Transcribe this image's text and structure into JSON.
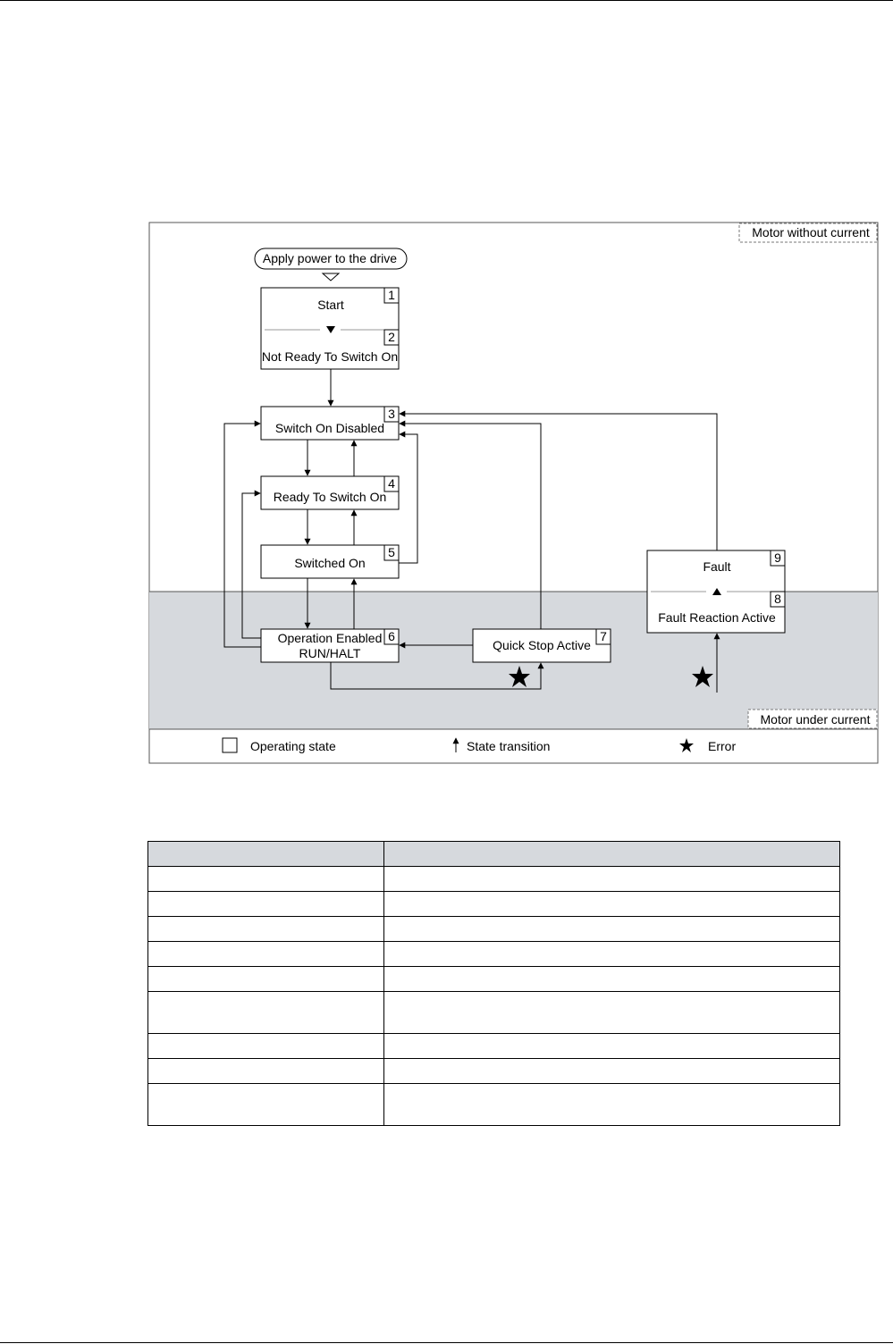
{
  "diagram": {
    "zone_upper_label": "Motor without current",
    "zone_lower_label": "Motor under current",
    "power_on_label": "Apply power to the drive",
    "states": [
      {
        "id": "start",
        "number": "1",
        "lines": [
          "Start"
        ]
      },
      {
        "id": "not-ready",
        "number": "2",
        "lines": [
          "Not Ready To Switch On"
        ]
      },
      {
        "id": "switch-on-disabled",
        "number": "3",
        "lines": [
          "Switch On Disabled"
        ]
      },
      {
        "id": "ready-to-switch-on",
        "number": "4",
        "lines": [
          "Ready To Switch On"
        ]
      },
      {
        "id": "switched-on",
        "number": "5",
        "lines": [
          "Switched On"
        ]
      },
      {
        "id": "operation-enabled",
        "number": "6",
        "lines": [
          "Operation Enabled",
          "RUN/HALT"
        ]
      },
      {
        "id": "quick-stop-active",
        "number": "7",
        "lines": [
          "Quick Stop Active"
        ]
      },
      {
        "id": "fault-reaction-active",
        "number": "8",
        "lines": [
          "Fault Reaction Active"
        ]
      },
      {
        "id": "fault",
        "number": "9",
        "lines": [
          "Fault"
        ]
      }
    ],
    "legend": {
      "operating_state": "Operating state",
      "state_transition": "State transition",
      "error": "Error"
    },
    "colors": {
      "under_current_zone": "#d6d9dd",
      "frame": "#000000"
    }
  },
  "table": {
    "rows": 9,
    "tall_rows": [
      5,
      8
    ],
    "header_fill": "#d6d9dd"
  }
}
